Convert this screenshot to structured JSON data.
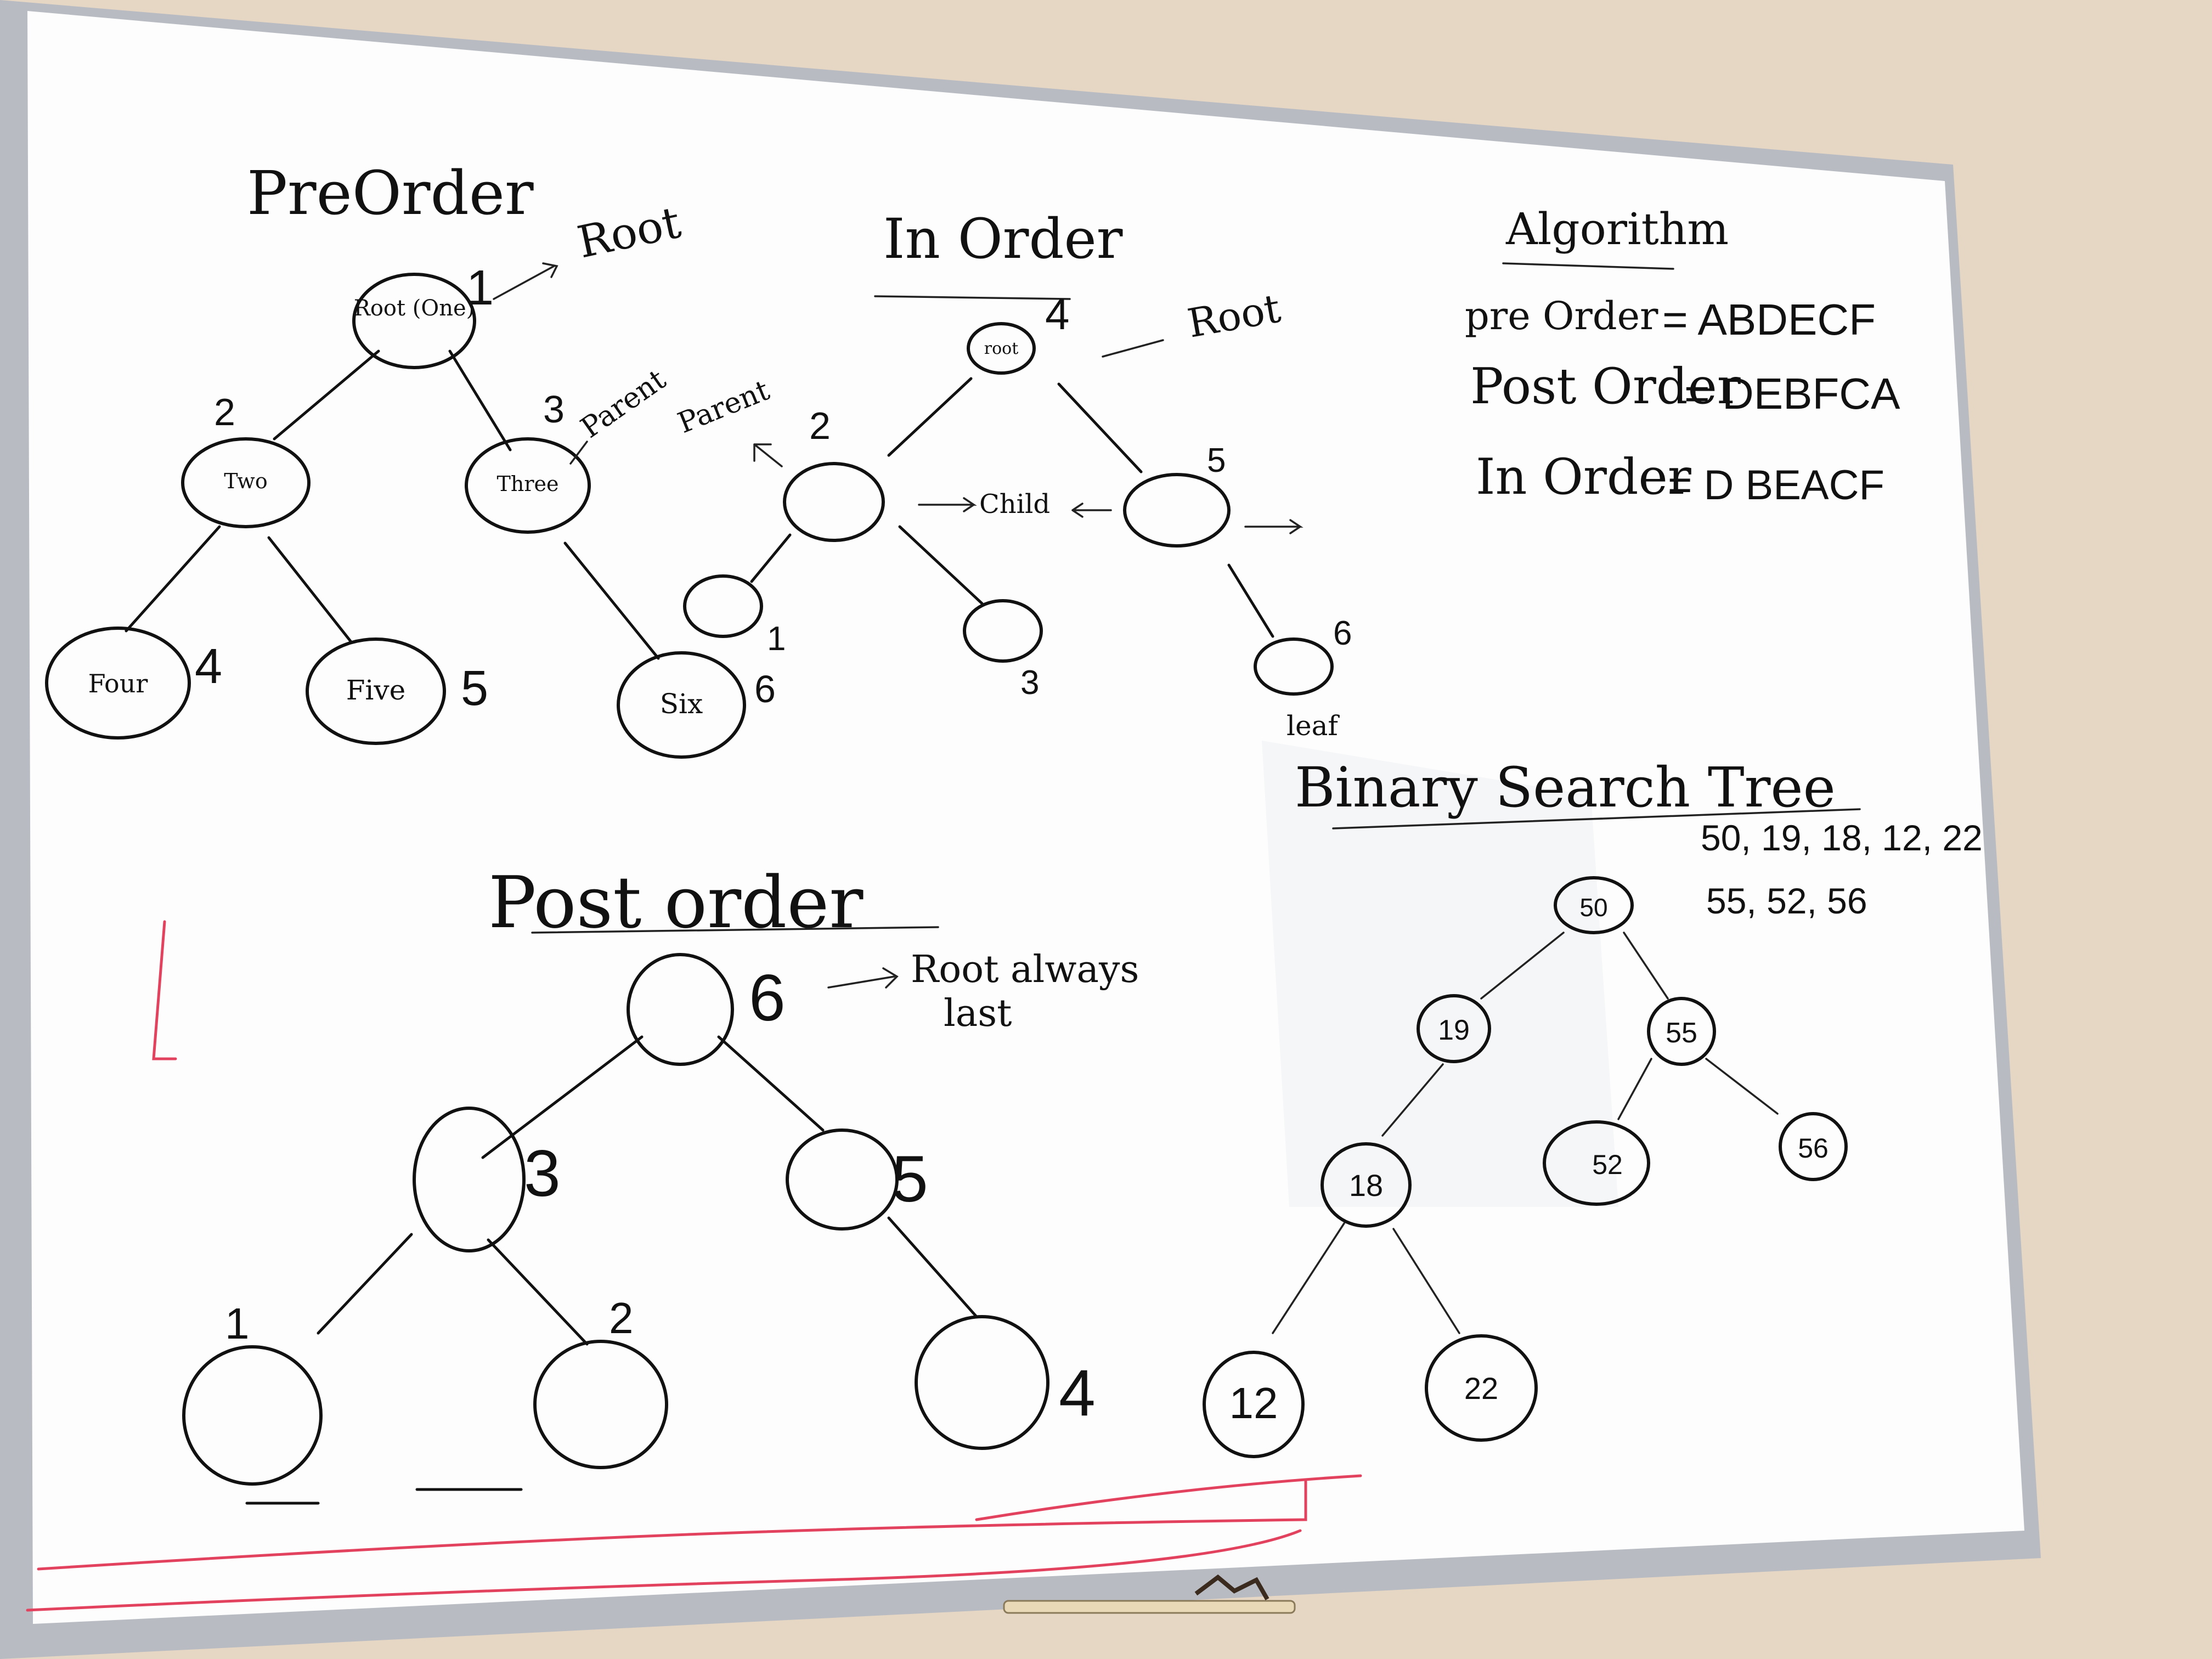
{
  "preorder": {
    "title": "PreOrder",
    "root_note": "Root",
    "parent_note": "Parent",
    "nodes": {
      "root": "Root (One)",
      "n2": "Two",
      "n3": "Three",
      "n4": "Four",
      "n5": "Five",
      "n6": "Six"
    },
    "numbers": {
      "root": "1",
      "n2": "2",
      "n3": "3",
      "n4": "4",
      "n5": "5",
      "n6": "6"
    }
  },
  "inorder": {
    "title": "In Order",
    "root_label": "root",
    "root_note": "Root",
    "parent_note": "Parent",
    "child_note": "Child",
    "leaf_note": "leaf",
    "numbers": {
      "root": "4",
      "left": "2",
      "right": "5",
      "ll": "1",
      "lr": "3",
      "rr": "6"
    }
  },
  "algorithm": {
    "title": "Algorithm",
    "lines": [
      {
        "name": "pre Order",
        "value": "= ABDECF"
      },
      {
        "name": "Post Order",
        "value": "= DEBFCA"
      },
      {
        "name": "In Order",
        "value": "= D BEACF"
      }
    ]
  },
  "postorder": {
    "title": "Post order",
    "root_note": "Root always",
    "last_note": "last",
    "numbers": {
      "root": "6",
      "left": "3",
      "right": "5",
      "ll": "1",
      "lr": "2",
      "rr": "4"
    }
  },
  "bst": {
    "title": "Binary Search Tree",
    "sequence_line1": "50, 19, 18, 12, 22",
    "sequence_line2": "55, 52, 56",
    "nodes": {
      "root": "50",
      "n19": "19",
      "n55": "55",
      "n18": "18",
      "n52": "52",
      "n56": "56",
      "n12": "12",
      "n22": "22"
    }
  },
  "colors": {
    "board": "#fdfdfd",
    "frame": "#b8bcc2",
    "wall": "#e6d6c4",
    "ink": "#111111",
    "red_ink": "#e3425e"
  }
}
